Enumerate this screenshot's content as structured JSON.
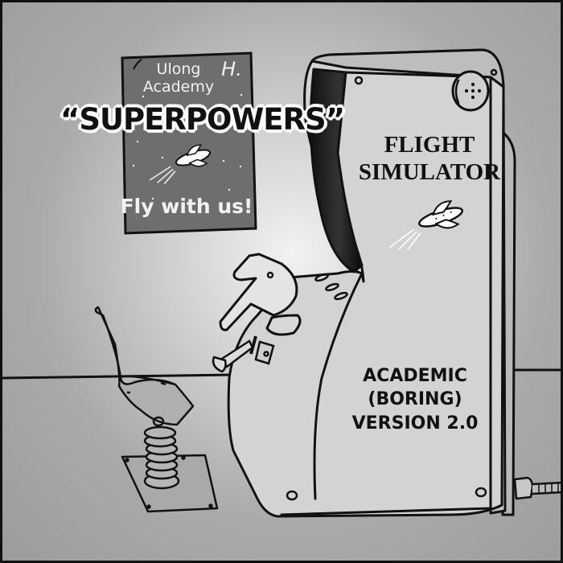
{
  "scene": {
    "title": "Comic panel: flight simulator arcade cabinet next to a spring rider seat"
  },
  "caption": {
    "text": "“SUPERPOWERS”"
  },
  "poster": {
    "line1": "Ulong",
    "line2": "Academy",
    "tagline": "Fly with us!",
    "signature": "H.",
    "colors": {
      "background": "#6e6e6e",
      "text": "#f2f2f2"
    }
  },
  "cabinet": {
    "title_line1": "FLIGHT",
    "title_line2": "SIMULATOR",
    "version_line1": "ACADEMIC",
    "version_line2": "(BORING)",
    "version_line3": "VERSION 2.0"
  },
  "colors": {
    "ink": "#111111",
    "frame": "#111111",
    "rocket_fill": "#ffffff"
  }
}
